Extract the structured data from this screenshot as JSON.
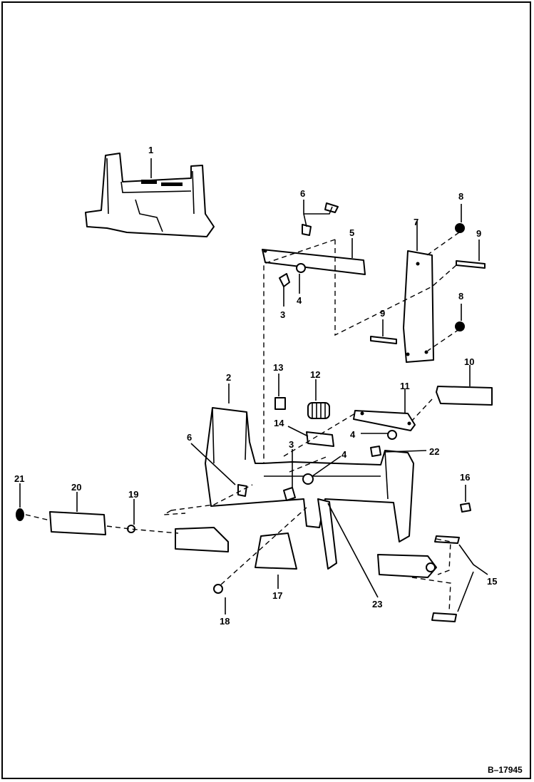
{
  "drawing_ref": "B–17945",
  "callouts": [
    {
      "id": "c1",
      "text": "1"
    },
    {
      "id": "c2",
      "text": "2"
    },
    {
      "id": "c3a",
      "text": "3"
    },
    {
      "id": "c3b",
      "text": "3"
    },
    {
      "id": "c4a",
      "text": "4"
    },
    {
      "id": "c4b",
      "text": "4"
    },
    {
      "id": "c4c",
      "text": "4"
    },
    {
      "id": "c5",
      "text": "5"
    },
    {
      "id": "c6a",
      "text": "6"
    },
    {
      "id": "c6b",
      "text": "6"
    },
    {
      "id": "c7",
      "text": "7"
    },
    {
      "id": "c8a",
      "text": "8"
    },
    {
      "id": "c8b",
      "text": "8"
    },
    {
      "id": "c9a",
      "text": "9"
    },
    {
      "id": "c9b",
      "text": "9"
    },
    {
      "id": "c10",
      "text": "10"
    },
    {
      "id": "c11",
      "text": "11"
    },
    {
      "id": "c12",
      "text": "12"
    },
    {
      "id": "c13",
      "text": "13"
    },
    {
      "id": "c14",
      "text": "14"
    },
    {
      "id": "c15",
      "text": "15"
    },
    {
      "id": "c16",
      "text": "16"
    },
    {
      "id": "c17",
      "text": "17"
    },
    {
      "id": "c18",
      "text": "18"
    },
    {
      "id": "c19",
      "text": "19"
    },
    {
      "id": "c20",
      "text": "20"
    },
    {
      "id": "c21",
      "text": "21"
    },
    {
      "id": "c22",
      "text": "22"
    },
    {
      "id": "c23",
      "text": "23"
    }
  ]
}
